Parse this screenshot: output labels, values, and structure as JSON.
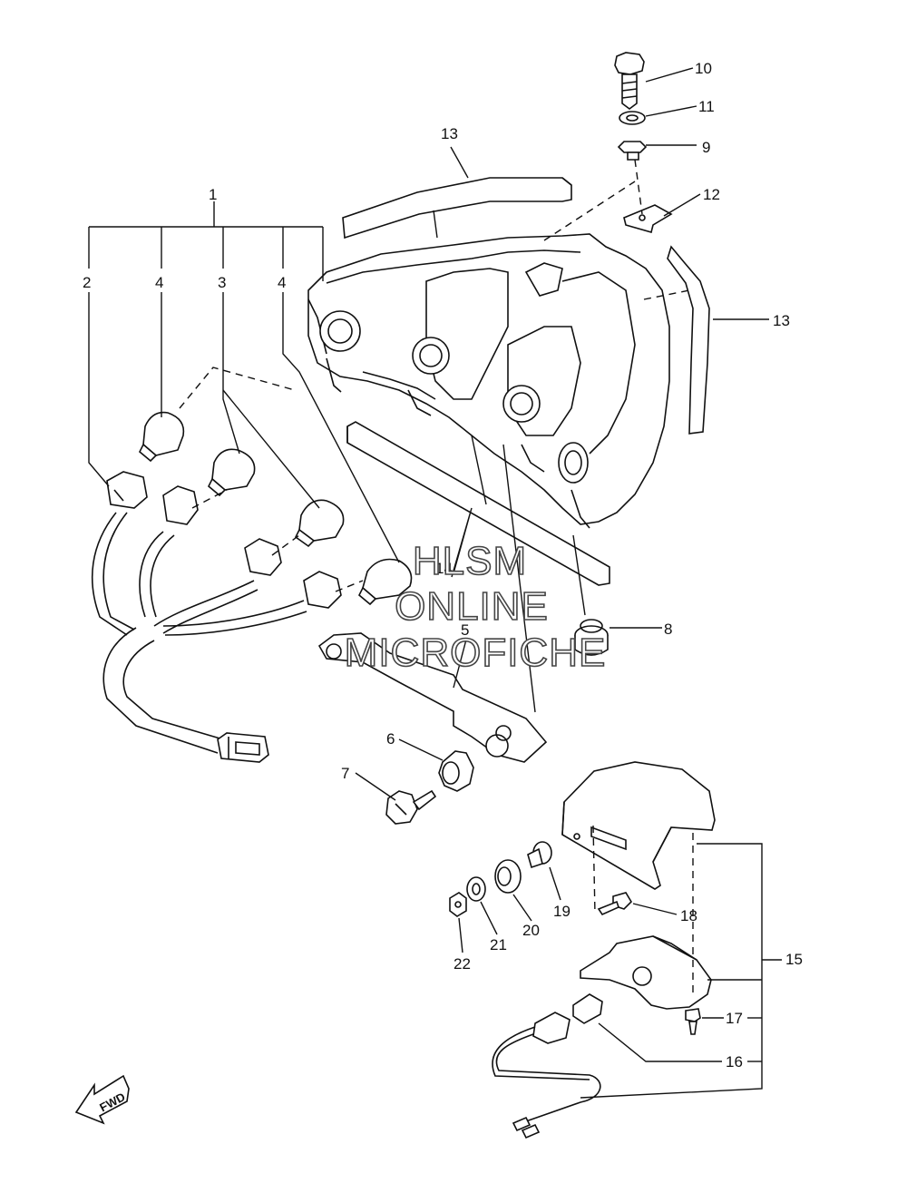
{
  "diagram": {
    "callouts": [
      {
        "id": "c1",
        "text": "1"
      },
      {
        "id": "c2",
        "text": "2"
      },
      {
        "id": "c3",
        "text": "3"
      },
      {
        "id": "c4a",
        "text": "4"
      },
      {
        "id": "c4b",
        "text": "4"
      },
      {
        "id": "c5",
        "text": "5"
      },
      {
        "id": "c6",
        "text": "6"
      },
      {
        "id": "c7",
        "text": "7"
      },
      {
        "id": "c8",
        "text": "8"
      },
      {
        "id": "c9",
        "text": "9"
      },
      {
        "id": "c10",
        "text": "10"
      },
      {
        "id": "c11",
        "text": "11"
      },
      {
        "id": "c12",
        "text": "12"
      },
      {
        "id": "c13a",
        "text": "13"
      },
      {
        "id": "c13b",
        "text": "13"
      },
      {
        "id": "c14",
        "text": "14"
      },
      {
        "id": "c15",
        "text": "15"
      },
      {
        "id": "c16",
        "text": "16"
      },
      {
        "id": "c17",
        "text": "17"
      },
      {
        "id": "c18",
        "text": "18"
      },
      {
        "id": "c19",
        "text": "19"
      },
      {
        "id": "c20",
        "text": "20"
      },
      {
        "id": "c21",
        "text": "21"
      },
      {
        "id": "c22",
        "text": "22"
      }
    ],
    "watermark": [
      "HLSM",
      "ONLINE",
      "MICROFICHE"
    ],
    "direction_label": "FWD"
  }
}
